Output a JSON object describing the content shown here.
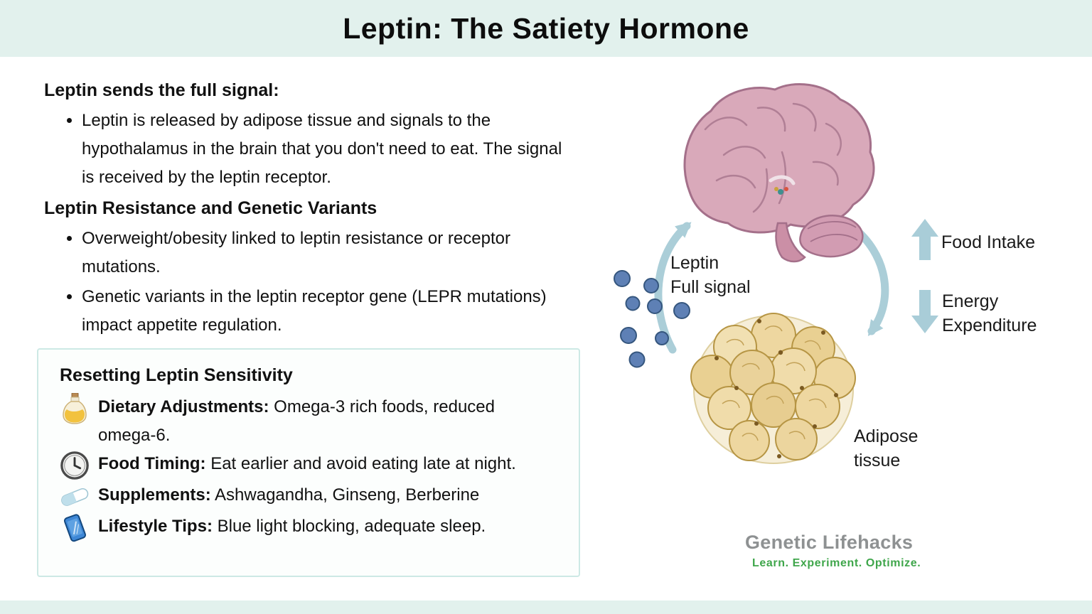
{
  "page": {
    "title": "Leptin: The Satiety Hormone"
  },
  "left": {
    "section1_heading": "Leptin sends the full signal:",
    "section1_bullets": [
      "Leptin is released by adipose tissue and signals to the hypothalamus in the brain that you don't need to eat. The signal is received by the leptin receptor."
    ],
    "section2_heading": "Leptin Resistance and Genetic Variants",
    "section2_bullets": [
      "Overweight/obesity linked to leptin resistance or receptor mutations.",
      "Genetic variants in the leptin receptor gene  (LEPR mutations) impact appetite regulation."
    ]
  },
  "tips_box": {
    "heading": "Resetting Leptin Sensitivity",
    "items": [
      {
        "icon": "oil-bottle-icon",
        "label": "Dietary Adjustments:",
        "text": " Omega-3 rich foods, reduced omega-6."
      },
      {
        "icon": "clock-icon",
        "label": "Food Timing:",
        "text": " Eat earlier and avoid eating late at night."
      },
      {
        "icon": "capsule-icon",
        "label": "Supplements:",
        "text": " Ashwagandha, Ginseng, Berberine"
      },
      {
        "icon": "phone-icon",
        "label": "Lifestyle Tips:",
        "text": " Blue light blocking, adequate sleep."
      }
    ]
  },
  "diagram": {
    "labels": {
      "leptin_line1": "Leptin",
      "leptin_line2": "Full signal",
      "food_intake": "Food Intake",
      "energy_line1": "Energy",
      "energy_line2": "Expenditure",
      "adipose_line1": "Adipose",
      "adipose_line2": "tissue"
    },
    "colors": {
      "arrow": "#abced8",
      "leptin_dot": "#5e80b5",
      "brain": "#d9a9ba",
      "adipose_cell": "#eed7a0",
      "banner": "#e2f1ed",
      "box_border": "#cde9e5"
    }
  },
  "logo": {
    "name": "Genetic Lifehacks",
    "tagline": "Learn. Experiment. Optimize.",
    "name_color": "#8e9192",
    "tagline_color": "#3fa64b"
  }
}
